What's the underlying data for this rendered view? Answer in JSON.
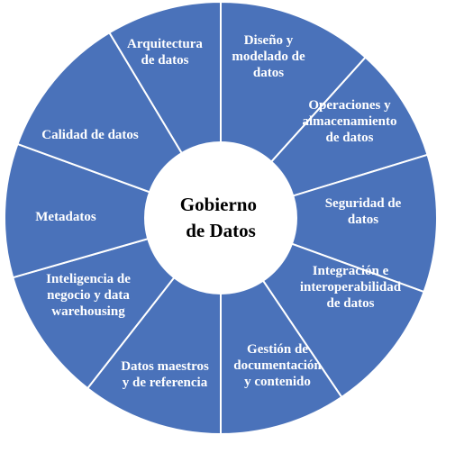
{
  "center": {
    "lines": [
      "Gobierno",
      "de Datos"
    ]
  },
  "segments": [
    {
      "lines": [
        "Diseño y",
        "modelado de",
        "datos"
      ]
    },
    {
      "lines": [
        "Operaciones y",
        "almacenamiento",
        "de datos"
      ]
    },
    {
      "lines": [
        "Seguridad de",
        "datos"
      ]
    },
    {
      "lines": [
        "Integración e",
        "interoperabilidad",
        "de datos"
      ]
    },
    {
      "lines": [
        "Gestión de",
        "documentación",
        "y contenido"
      ]
    },
    {
      "lines": [
        "Datos maestros",
        "y de referencia"
      ]
    },
    {
      "lines": [
        "Inteligencia de",
        "negocio y data",
        "warehousing"
      ]
    },
    {
      "lines": [
        "Metadatos"
      ]
    },
    {
      "lines": [
        "Calidad de datos"
      ]
    },
    {
      "lines": [
        "Arquitectura",
        "de datos"
      ]
    }
  ],
  "colors": {
    "segment_fill": "#4a72ba",
    "segment_stroke": "#ffffff",
    "center_fill": "#ffffff",
    "center_text": "#000000",
    "label_text": "#ffffff"
  }
}
